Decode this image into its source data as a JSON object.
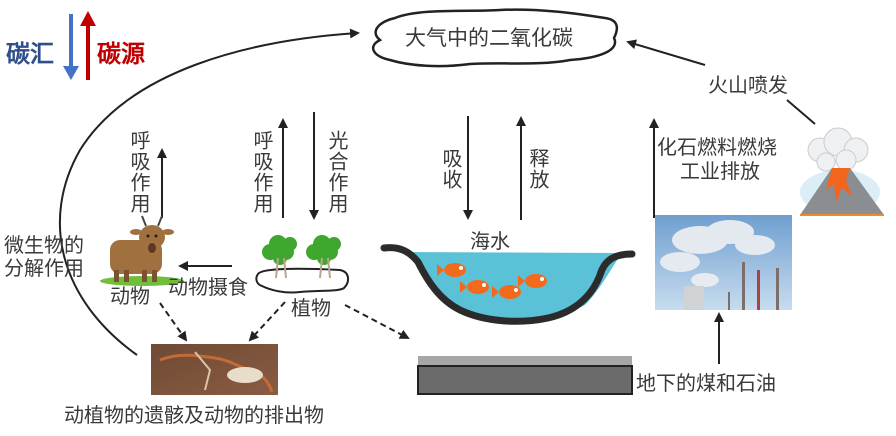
{
  "legend": {
    "sink_label": "碳汇",
    "source_label": "碳源",
    "sink_color": "#2f4f8a",
    "source_color": "#c00000"
  },
  "atmosphere": {
    "label": "大气中的二氧化碳"
  },
  "processes": {
    "animal_respiration": "呼吸作用",
    "plant_respiration": "呼吸作用",
    "photosynthesis": "光合作用",
    "ocean_absorb": "吸收",
    "ocean_release": "释放",
    "fossil_burning_line1": "化石燃料燃烧",
    "fossil_burning_line2": "工业排放",
    "volcano": "火山喷发",
    "decomposition_line1": "微生物的",
    "decomposition_line2": "分解作用",
    "animal_feeding": "动物摄食"
  },
  "nodes": {
    "animal": "动物",
    "plant": "植物",
    "sea": "海水",
    "remains": "动植物的遗骸及动物的排出物",
    "coal_oil": "地下的煤和石油"
  },
  "colors": {
    "water": "#5bc1d6",
    "fish": "#f26b1d",
    "coal_top": "#a6a6a6",
    "coal_body": "#6b6b6b"
  }
}
